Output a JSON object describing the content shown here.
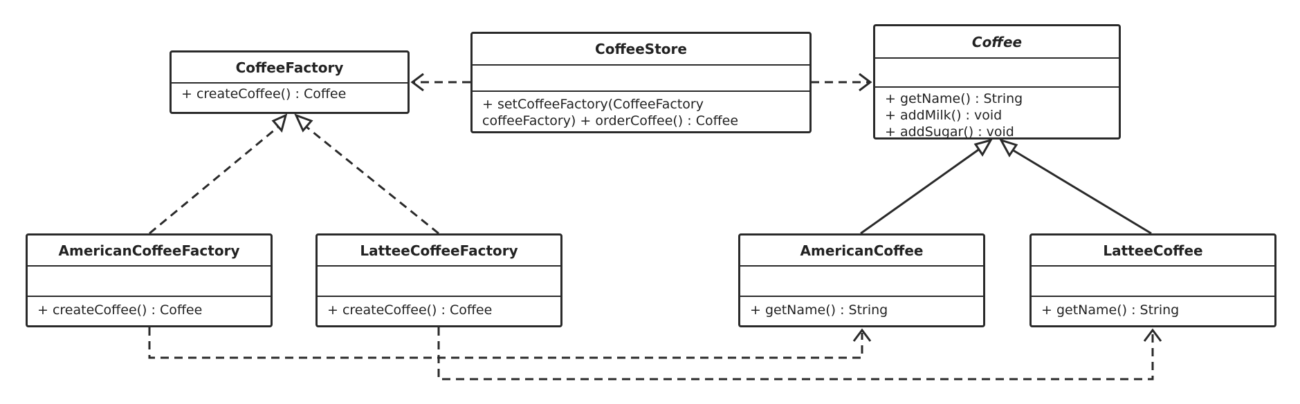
{
  "classes": {
    "coffee_factory": {
      "name": "CoffeeFactory",
      "ops": [
        "+ createCoffee() : Coffee"
      ]
    },
    "coffee_store": {
      "name": "CoffeeStore",
      "ops": [
        "+ setCoffeeFactory(CoffeeFactory coffeeFactory)",
        "+ orderCoffee() : Coffee"
      ]
    },
    "coffee": {
      "name": "Coffee",
      "ops": [
        "+ getName() : String",
        "+ addMilk() : void",
        "+ addSugar() : void"
      ]
    },
    "american_coffee_factory": {
      "name": "AmericanCoffeeFactory",
      "ops": [
        "+ createCoffee() : Coffee"
      ]
    },
    "lattee_coffee_factory": {
      "name": "LatteeCoffeeFactory",
      "ops": [
        "+ createCoffee() : Coffee"
      ]
    },
    "american_coffee": {
      "name": "AmericanCoffee",
      "ops": [
        "+ getName() : String"
      ]
    },
    "lattee_coffee": {
      "name": "LatteeCoffee",
      "ops": [
        "+ getName() : String"
      ]
    }
  },
  "colors": {
    "line": "#2a2a2a",
    "background": "#ffffff"
  }
}
